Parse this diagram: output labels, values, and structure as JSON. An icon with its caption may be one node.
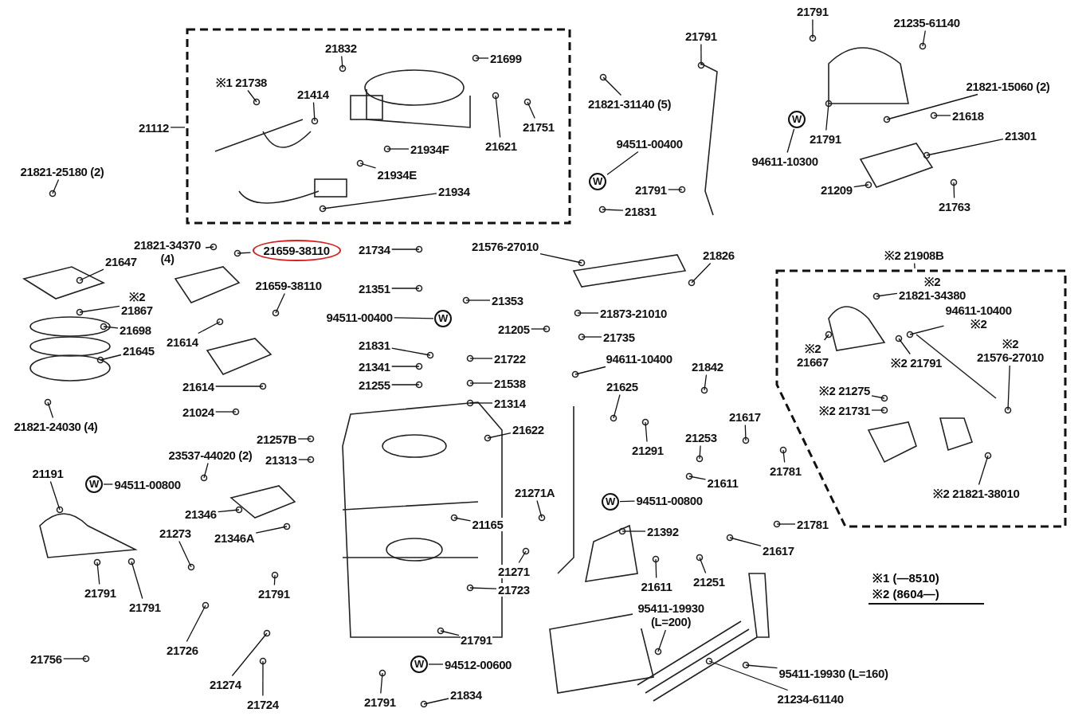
{
  "diagram": {
    "nodes": [
      {
        "text": [],
        "shape": "box"
      },
      {
        "text": [
          "21832"
        ],
        "in": 0
      },
      {
        "text": [
          "※1 21738"
        ],
        "in": 0
      },
      {
        "text": [
          "21414"
        ],
        "in": 0
      },
      {
        "text": [
          "21699"
        ],
        "in": 0
      },
      {
        "text": [
          "21751"
        ],
        "in": 0
      },
      {
        "text": [
          "21621"
        ],
        "in": 0
      },
      {
        "text": [
          "21934F"
        ],
        "in": 0
      },
      {
        "text": [
          "21934E"
        ],
        "in": 0
      },
      {
        "text": [
          "21934"
        ],
        "in": 0
      },
      {
        "text": [
          "21112"
        ]
      },
      {
        "text": [
          "21821-31140 (5)"
        ]
      },
      {
        "text": [
          "21791"
        ]
      },
      {
        "text": [
          "94511-00400"
        ]
      },
      {
        "text": [
          "W"
        ]
      },
      {
        "text": [
          "21791"
        ]
      },
      {
        "text": [
          "21831"
        ]
      },
      {
        "text": [
          "21821-25180 (2)"
        ]
      },
      {
        "text": [
          "21791"
        ]
      },
      {
        "text": [
          "21235-61140"
        ]
      },
      {
        "text": [
          "21821-15060 (2)"
        ]
      },
      {
        "text": [
          "W"
        ]
      },
      {
        "text": [
          "94611-10300"
        ]
      },
      {
        "text": [
          "21791"
        ]
      },
      {
        "text": [
          "21618"
        ]
      },
      {
        "text": [
          "21301"
        ]
      },
      {
        "text": [
          "21209"
        ]
      },
      {
        "text": [
          "21763"
        ]
      },
      {
        "text": [
          "21821-34370 (4)"
        ]
      },
      {
        "text": [
          "21659-38110"
        ]
      },
      {
        "text": [
          "21647"
        ]
      },
      {
        "text": [
          "※2",
          "21867"
        ]
      },
      {
        "text": [
          "21698"
        ]
      },
      {
        "text": [
          "21645"
        ]
      },
      {
        "text": [
          "21821-24030 (4)"
        ]
      },
      {
        "text": [
          "21614"
        ]
      },
      {
        "text": [
          "21659-38110"
        ]
      },
      {
        "text": [
          "21614"
        ]
      },
      {
        "text": [
          "21024"
        ]
      },
      {
        "text": [
          "21734"
        ]
      },
      {
        "text": [
          "21351"
        ]
      },
      {
        "text": [
          "94511-00400"
        ]
      },
      {
        "text": [
          "W"
        ]
      },
      {
        "text": [
          "21831"
        ]
      },
      {
        "text": [
          "21341"
        ]
      },
      {
        "text": [
          "21255"
        ]
      },
      {
        "text": [
          "21353"
        ]
      },
      {
        "text": [
          "21205"
        ]
      },
      {
        "text": [
          "21722"
        ]
      },
      {
        "text": [
          "21538"
        ]
      },
      {
        "text": [
          "21314"
        ]
      },
      {
        "text": [
          "21622"
        ]
      },
      {
        "text": [
          "21576-27010"
        ]
      },
      {
        "text": [
          "21826"
        ]
      },
      {
        "text": [
          "21873-21010"
        ]
      },
      {
        "text": [
          "21735"
        ]
      },
      {
        "text": [
          "94611-10400"
        ]
      },
      {
        "text": [
          "21842"
        ]
      },
      {
        "text": [
          "21625"
        ]
      },
      {
        "text": [
          "21291"
        ]
      },
      {
        "text": [
          "21617"
        ]
      },
      {
        "text": [
          "21253"
        ]
      },
      {
        "text": [
          "21781"
        ]
      },
      {
        "text": [
          "21611"
        ]
      },
      {
        "text": [],
        "shape": "box"
      },
      {
        "text": [
          "※2 21908B"
        ]
      },
      {
        "text": [
          "※2",
          "21821-34380"
        ],
        "in": 64
      },
      {
        "text": [
          "94611-10400",
          "※2"
        ],
        "in": 64
      },
      {
        "text": [
          "※2",
          "21667"
        ],
        "in": 64
      },
      {
        "text": [
          "※2",
          "21576-27010"
        ],
        "in": 64
      },
      {
        "text": [
          "※2 21791"
        ],
        "in": 64
      },
      {
        "text": [
          "※2 21275"
        ],
        "in": 64
      },
      {
        "text": [
          "※2 21731"
        ],
        "in": 64
      },
      {
        "text": [
          "※2 21821-38010"
        ],
        "in": 64
      },
      {
        "text": [
          "21191"
        ]
      },
      {
        "text": [
          "W"
        ]
      },
      {
        "text": [
          "94511-00800"
        ]
      },
      {
        "text": [
          "23537-44020 (2)"
        ]
      },
      {
        "text": [
          "21257B"
        ]
      },
      {
        "text": [
          "21313"
        ]
      },
      {
        "text": [
          "21346"
        ]
      },
      {
        "text": [
          "21346A"
        ]
      },
      {
        "text": [
          "21273"
        ]
      },
      {
        "text": [
          "21791"
        ]
      },
      {
        "text": [
          "21791"
        ]
      },
      {
        "text": [
          "21756"
        ]
      },
      {
        "text": [
          "21726"
        ]
      },
      {
        "text": [
          "21791"
        ]
      },
      {
        "text": [
          "21274"
        ]
      },
      {
        "text": [
          "21724"
        ]
      },
      {
        "text": [
          "21165"
        ]
      },
      {
        "text": [
          "21271A"
        ]
      },
      {
        "text": [
          "21271"
        ]
      },
      {
        "text": [
          "21723"
        ]
      },
      {
        "text": [
          "21791"
        ]
      },
      {
        "text": [
          "W"
        ]
      },
      {
        "text": [
          "94512-00600"
        ]
      },
      {
        "text": [
          "21791"
        ]
      },
      {
        "text": [
          "21834"
        ]
      },
      {
        "text": [
          "W"
        ]
      },
      {
        "text": [
          "94511-00800"
        ]
      },
      {
        "text": [
          "21392"
        ]
      },
      {
        "text": [
          "21611"
        ]
      },
      {
        "text": [
          "21251"
        ]
      },
      {
        "text": [
          "21781"
        ]
      },
      {
        "text": [
          "21617"
        ]
      },
      {
        "text": [
          "95411-19930 (L=200)"
        ]
      },
      {
        "text": [
          "95411-19930 (L=160)"
        ]
      },
      {
        "text": [
          "21234-61140"
        ]
      }
    ],
    "edges": [
      {
        "from": 1,
        "to": null,
        "arrow": "none"
      },
      {
        "from": 2,
        "to": null,
        "arrow": "none"
      },
      {
        "from": 3,
        "to": null,
        "arrow": "none"
      },
      {
        "from": 4,
        "to": null,
        "arrow": "none"
      },
      {
        "from": 5,
        "to": null,
        "arrow": "none"
      },
      {
        "from": 6,
        "to": null,
        "arrow": "none"
      },
      {
        "from": 7,
        "to": null,
        "arrow": "none"
      },
      {
        "from": 8,
        "to": null,
        "arrow": "none"
      },
      {
        "from": 9,
        "to": null,
        "arrow": "none"
      },
      {
        "from": 10,
        "to": 0,
        "arrow": "none"
      },
      {
        "from": 11,
        "to": null,
        "arrow": "none"
      },
      {
        "from": 12,
        "to": null,
        "arrow": "none"
      },
      {
        "from": 13,
        "to": 14,
        "arrow": "none"
      },
      {
        "from": 15,
        "to": null,
        "arrow": "none"
      },
      {
        "from": 16,
        "to": null,
        "arrow": "none"
      },
      {
        "from": 17,
        "to": null,
        "arrow": "none"
      },
      {
        "from": 18,
        "to": null,
        "arrow": "none"
      },
      {
        "from": 19,
        "to": null,
        "arrow": "none"
      },
      {
        "from": 20,
        "to": null,
        "arrow": "none"
      },
      {
        "from": 22,
        "to": 21,
        "arrow": "none"
      },
      {
        "from": 23,
        "to": null,
        "arrow": "none"
      },
      {
        "from": 24,
        "to": null,
        "arrow": "none"
      },
      {
        "from": 25,
        "to": null,
        "arrow": "none"
      },
      {
        "from": 26,
        "to": null,
        "arrow": "none"
      },
      {
        "from": 27,
        "to": null,
        "arrow": "none"
      },
      {
        "from": 28,
        "to": null,
        "arrow": "none"
      },
      {
        "from": 29,
        "to": null,
        "arrow": "none"
      },
      {
        "from": 30,
        "to": null,
        "arrow": "none"
      },
      {
        "from": 31,
        "to": null,
        "arrow": "none"
      },
      {
        "from": 32,
        "to": null,
        "arrow": "none"
      },
      {
        "from": 33,
        "to": null,
        "arrow": "none"
      },
      {
        "from": 34,
        "to": null,
        "arrow": "none"
      },
      {
        "from": 35,
        "to": null,
        "arrow": "none"
      },
      {
        "from": 36,
        "to": null,
        "arrow": "none"
      },
      {
        "from": 37,
        "to": null,
        "arrow": "none"
      },
      {
        "from": 38,
        "to": null,
        "arrow": "none"
      },
      {
        "from": 39,
        "to": null,
        "arrow": "none"
      },
      {
        "from": 40,
        "to": null,
        "arrow": "none"
      },
      {
        "from": 41,
        "to": 42,
        "arrow": "none"
      },
      {
        "from": 43,
        "to": null,
        "arrow": "none"
      },
      {
        "from": 44,
        "to": null,
        "arrow": "none"
      },
      {
        "from": 45,
        "to": null,
        "arrow": "none"
      },
      {
        "from": 46,
        "to": null,
        "arrow": "none"
      },
      {
        "from": 47,
        "to": null,
        "arrow": "none"
      },
      {
        "from": 48,
        "to": null,
        "arrow": "none"
      },
      {
        "from": 49,
        "to": null,
        "arrow": "none"
      },
      {
        "from": 50,
        "to": null,
        "arrow": "none"
      },
      {
        "from": 51,
        "to": null,
        "arrow": "none"
      },
      {
        "from": 52,
        "to": null,
        "arrow": "none"
      },
      {
        "from": 53,
        "to": null,
        "arrow": "none"
      },
      {
        "from": 54,
        "to": null,
        "arrow": "none"
      },
      {
        "from": 55,
        "to": null,
        "arrow": "none"
      },
      {
        "from": 56,
        "to": null,
        "arrow": "none"
      },
      {
        "from": 57,
        "to": null,
        "arrow": "none"
      },
      {
        "from": 58,
        "to": null,
        "arrow": "none"
      },
      {
        "from": 59,
        "to": null,
        "arrow": "none"
      },
      {
        "from": 60,
        "to": null,
        "arrow": "none"
      },
      {
        "from": 61,
        "to": null,
        "arrow": "none"
      },
      {
        "from": 62,
        "to": null,
        "arrow": "none"
      },
      {
        "from": 63,
        "to": null,
        "arrow": "none"
      },
      {
        "from": 65,
        "to": 64,
        "arrow": "none"
      },
      {
        "from": 66,
        "to": null,
        "arrow": "none"
      },
      {
        "from": 67,
        "to": null,
        "arrow": "none"
      },
      {
        "from": 68,
        "to": null,
        "arrow": "none"
      },
      {
        "from": 69,
        "to": null,
        "arrow": "none"
      },
      {
        "from": 70,
        "to": null,
        "arrow": "none"
      },
      {
        "from": 71,
        "to": null,
        "arrow": "none"
      },
      {
        "from": 72,
        "to": null,
        "arrow": "none"
      },
      {
        "from": 73,
        "to": null,
        "arrow": "none"
      },
      {
        "from": 74,
        "to": null,
        "arrow": "none"
      },
      {
        "from": 76,
        "to": 75,
        "arrow": "none"
      },
      {
        "from": 77,
        "to": null,
        "arrow": "none"
      },
      {
        "from": 78,
        "to": null,
        "arrow": "none"
      },
      {
        "from": 79,
        "to": null,
        "arrow": "none"
      },
      {
        "from": 80,
        "to": null,
        "arrow": "none"
      },
      {
        "from": 81,
        "to": null,
        "arrow": "none"
      },
      {
        "from": 82,
        "to": null,
        "arrow": "none"
      },
      {
        "from": 83,
        "to": null,
        "arrow": "none"
      },
      {
        "from": 84,
        "to": null,
        "arrow": "none"
      },
      {
        "from": 85,
        "to": null,
        "arrow": "none"
      },
      {
        "from": 86,
        "to": null,
        "arrow": "none"
      },
      {
        "from": 87,
        "to": null,
        "arrow": "none"
      },
      {
        "from": 88,
        "to": null,
        "arrow": "none"
      },
      {
        "from": 89,
        "to": null,
        "arrow": "none"
      },
      {
        "from": 90,
        "to": null,
        "arrow": "none"
      },
      {
        "from": 91,
        "to": null,
        "arrow": "none"
      },
      {
        "from": 92,
        "to": null,
        "arrow": "none"
      },
      {
        "from": 93,
        "to": null,
        "arrow": "none"
      },
      {
        "from": 94,
        "to": null,
        "arrow": "none"
      },
      {
        "from": 96,
        "to": 95,
        "arrow": "none"
      },
      {
        "from": 97,
        "to": null,
        "arrow": "none"
      },
      {
        "from": 98,
        "to": null,
        "arrow": "none"
      },
      {
        "from": 100,
        "to": 99,
        "arrow": "none"
      },
      {
        "from": 101,
        "to": null,
        "arrow": "none"
      },
      {
        "from": 102,
        "to": null,
        "arrow": "none"
      },
      {
        "from": 103,
        "to": null,
        "arrow": "none"
      },
      {
        "from": 104,
        "to": null,
        "arrow": "none"
      },
      {
        "from": 105,
        "to": null,
        "arrow": "none"
      },
      {
        "from": 106,
        "to": null,
        "arrow": "none"
      },
      {
        "from": 107,
        "to": null,
        "arrow": "none"
      },
      {
        "from": 108,
        "to": null,
        "arrow": "none"
      }
    ],
    "labels": [
      "※1 (—8510)",
      "※2 (8604—)"
    ]
  }
}
